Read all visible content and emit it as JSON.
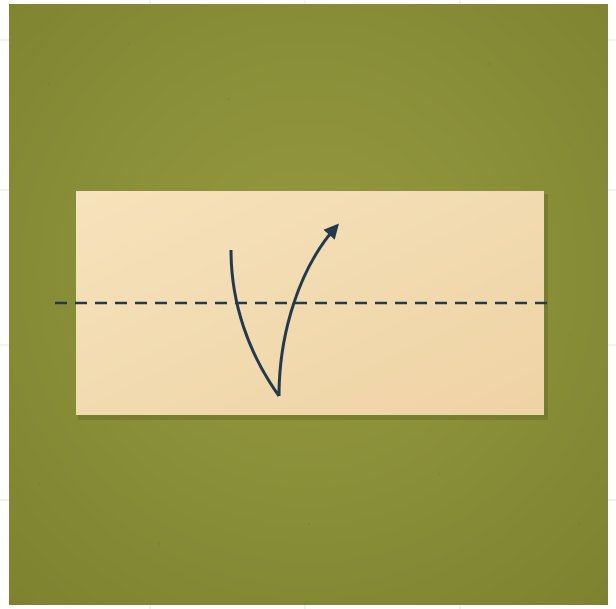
{
  "scene": {
    "subject": "origami-step-valley-fold",
    "colors": {
      "background": "#8f943b",
      "background_dark": "#7d8230",
      "paper": "#f3dcb2",
      "paper_shadow": "#6d6f26",
      "diagram_line": "#223a4c"
    },
    "fold_type": "valley-fold-in-half",
    "arrow_direction": "up"
  }
}
